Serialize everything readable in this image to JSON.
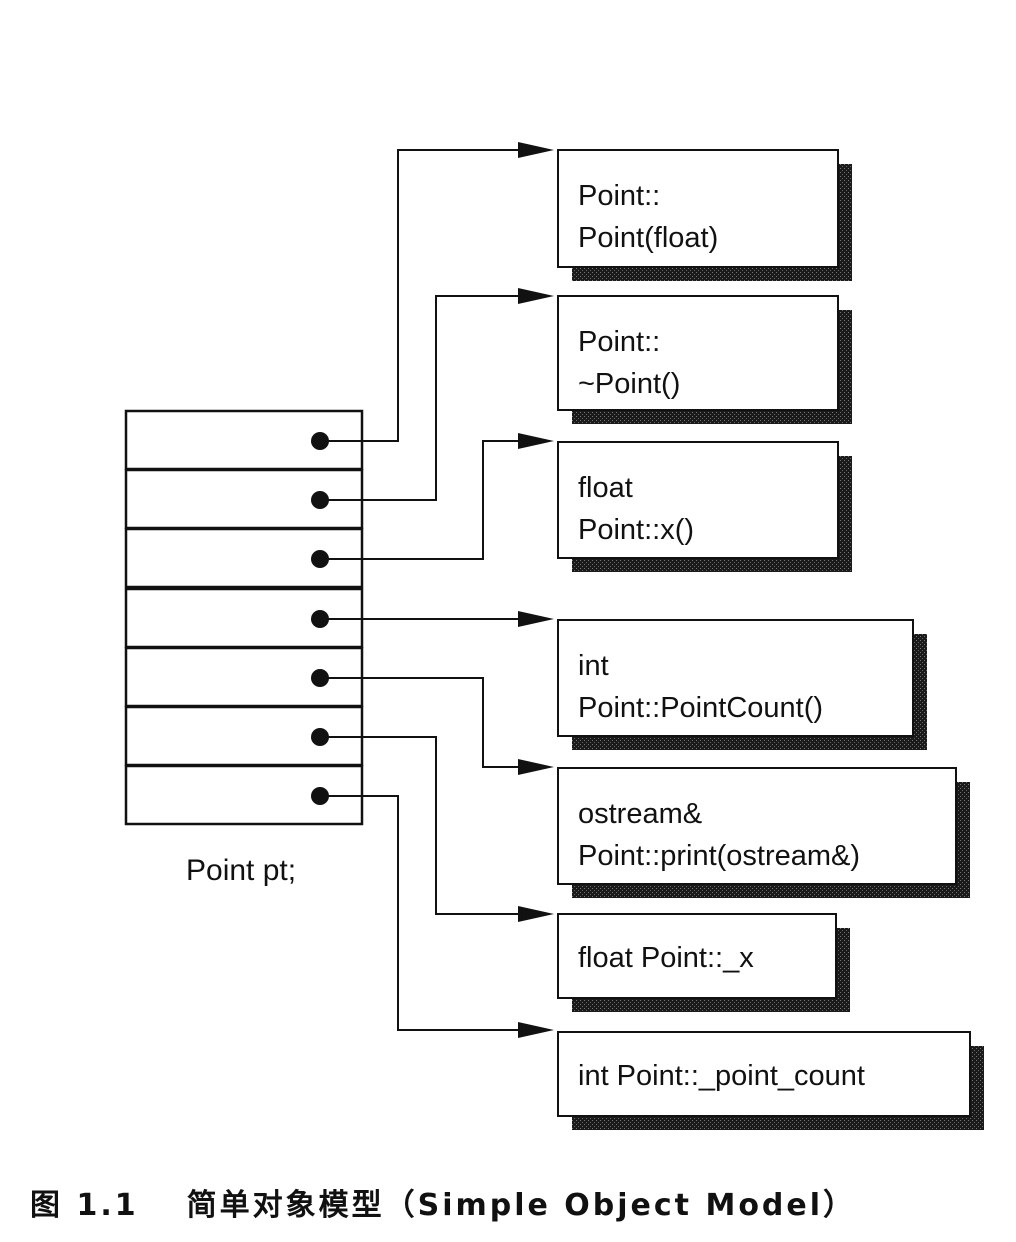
{
  "object": {
    "label": "Point pt;",
    "slot_count": 7
  },
  "members": [
    {
      "lines": [
        "Point::",
        "Point(float)"
      ]
    },
    {
      "lines": [
        "Point::",
        "~Point()"
      ]
    },
    {
      "lines": [
        "float",
        "Point::x()"
      ]
    },
    {
      "lines": [
        "int",
        "Point::PointCount()"
      ]
    },
    {
      "lines": [
        "ostream&",
        "Point::print(ostream&)"
      ]
    },
    {
      "lines": [
        "float Point::_x"
      ]
    },
    {
      "lines": [
        "int Point::_point_count"
      ]
    }
  ],
  "caption": {
    "figure_label": "图 1.1",
    "title": "简单对象模型（Simple Object Model）"
  }
}
